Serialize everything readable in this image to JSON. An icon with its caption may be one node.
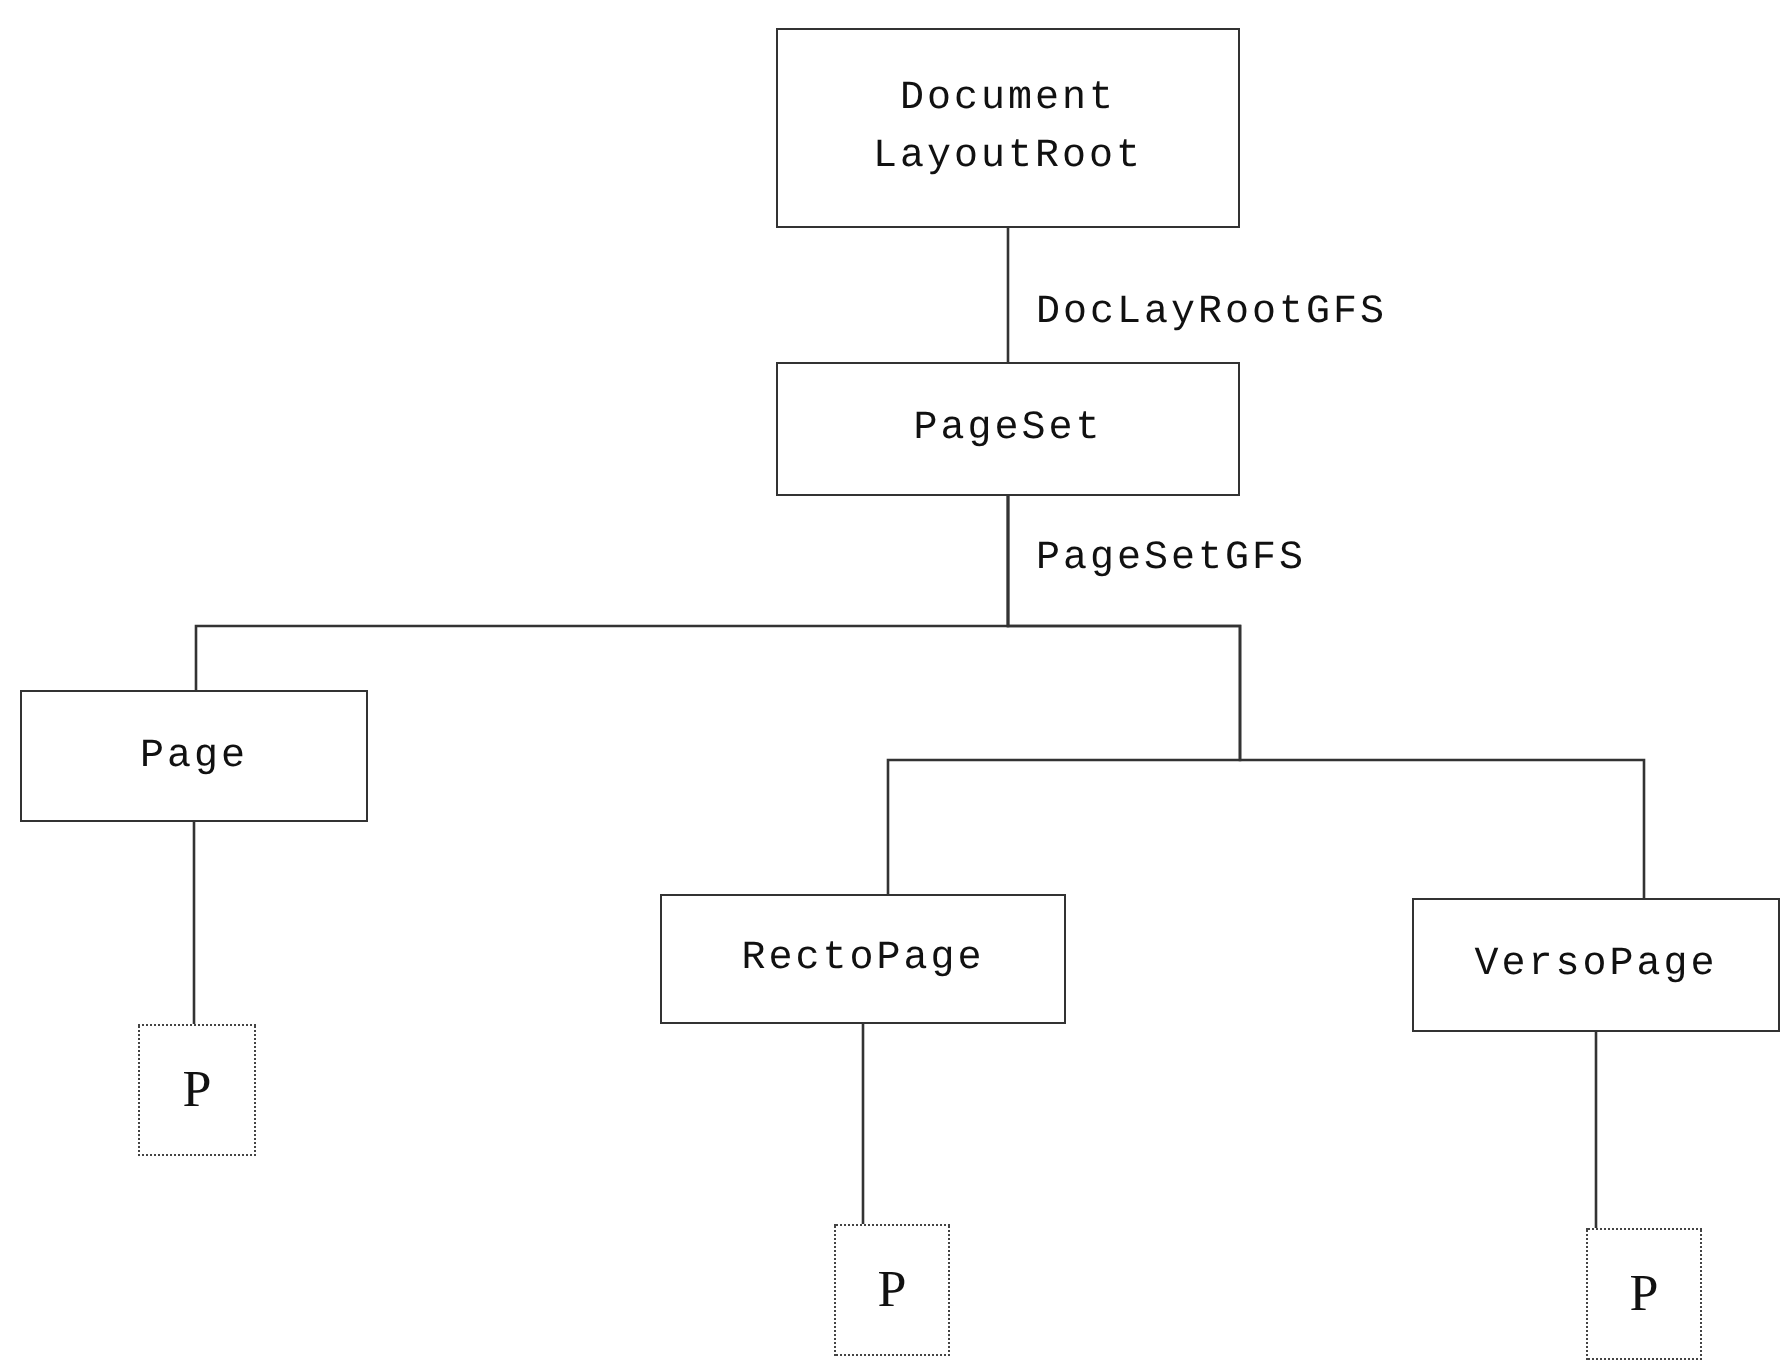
{
  "diagram": {
    "nodes": [
      {
        "text": [
          "Document LayoutRoot"
        ]
      },
      {
        "text": [
          "PageSet"
        ]
      },
      {
        "text": [
          "Page"
        ]
      },
      {
        "text": [
          "RectoPage"
        ]
      },
      {
        "text": [
          "VersoPage"
        ]
      },
      {
        "text": [
          "P"
        ]
      },
      {
        "text": [
          "P"
        ]
      },
      {
        "text": [
          "P"
        ]
      }
    ],
    "edges": [
      {
        "from": 0,
        "to": 1,
        "arrow": "none",
        "label": "DocLayRootGFS"
      },
      {
        "from": 1,
        "to": 2,
        "arrow": "none",
        "label": "PageSetGFS"
      },
      {
        "from": 1,
        "to": 3,
        "arrow": "none"
      },
      {
        "from": 1,
        "to": 4,
        "arrow": "none"
      },
      {
        "from": 2,
        "to": 5,
        "arrow": "none"
      },
      {
        "from": 3,
        "to": 6,
        "arrow": "none"
      },
      {
        "from": 4,
        "to": 7,
        "arrow": "none"
      }
    ]
  }
}
